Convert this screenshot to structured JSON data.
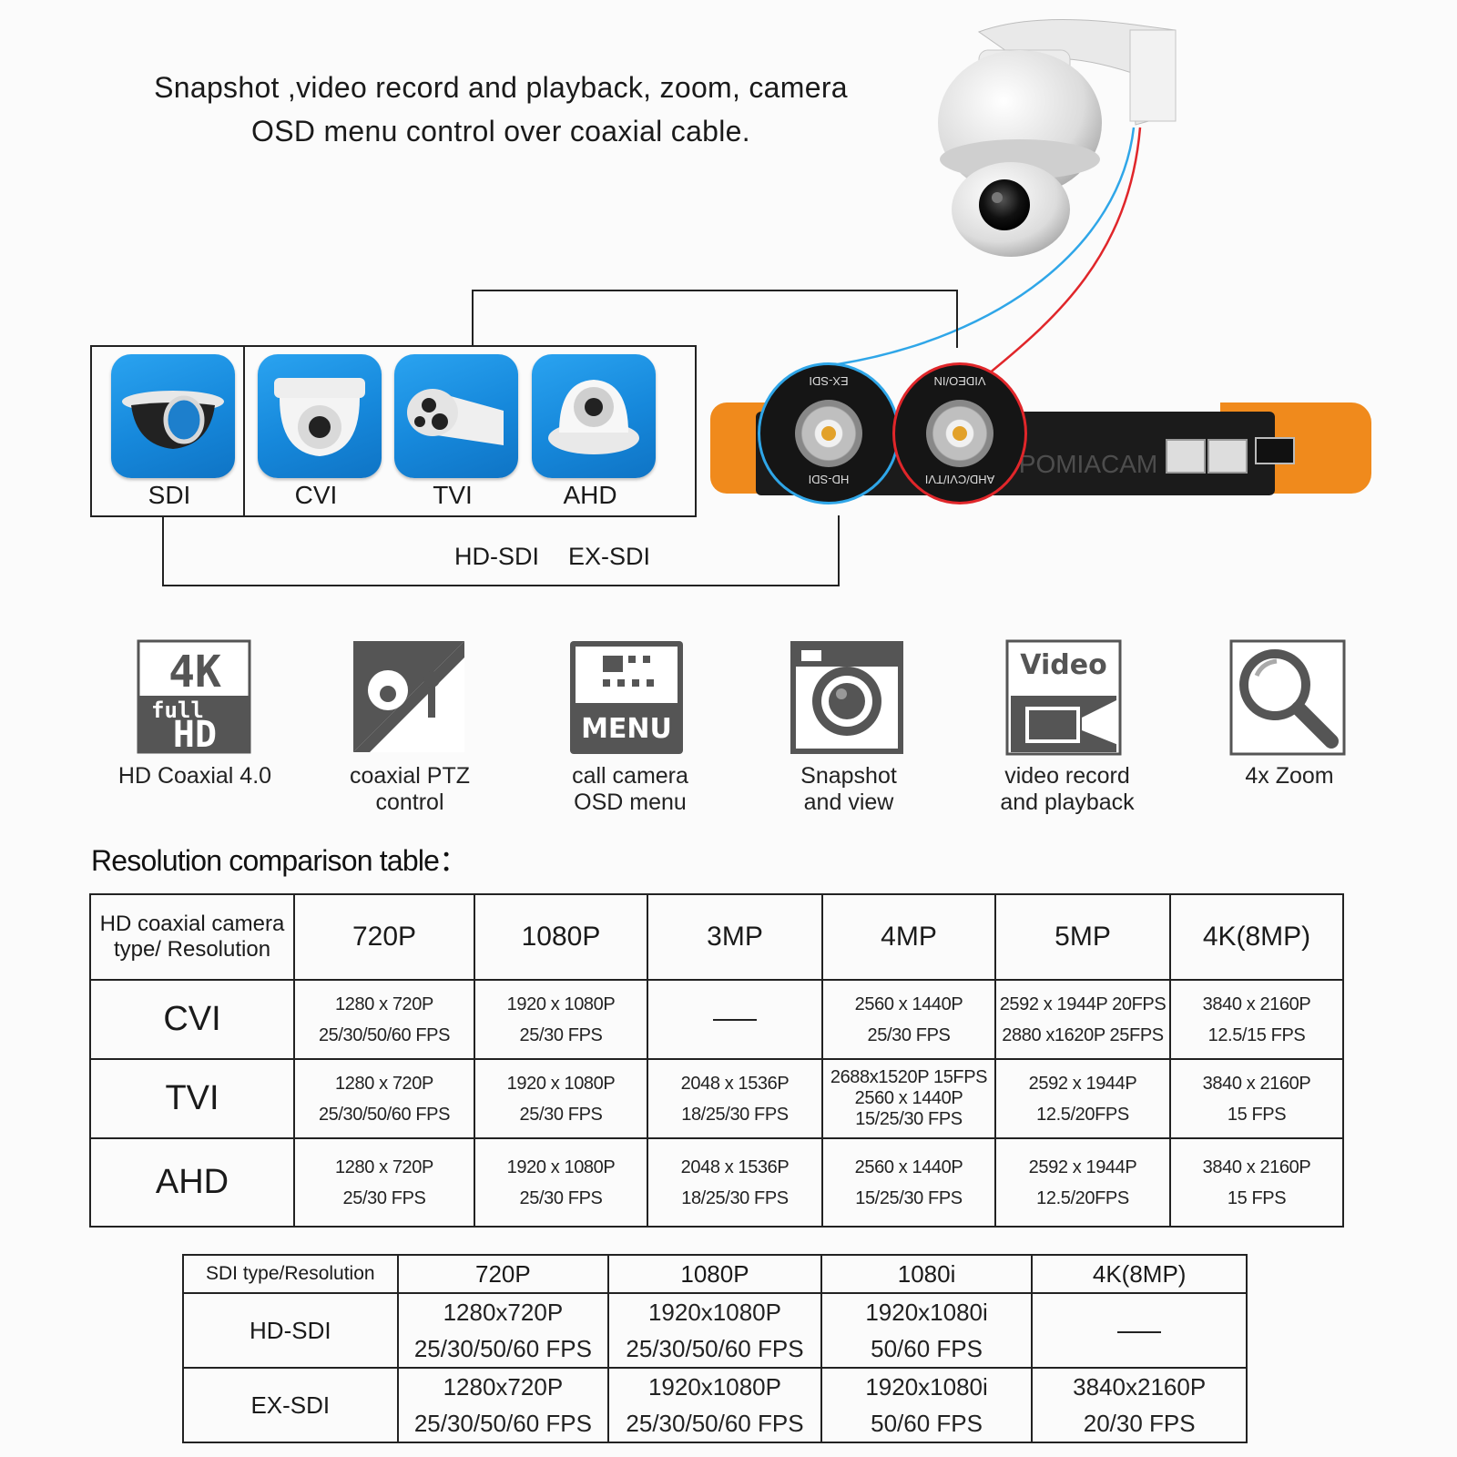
{
  "headline": {
    "line1": "Snapshot ,video record and playback, zoom, camera",
    "line2": "OSD menu control over coaxial cable."
  },
  "camera_types": [
    {
      "label": "SDI",
      "icon": "sdi-camera-icon"
    },
    {
      "label": "CVI",
      "icon": "dome-camera-icon"
    },
    {
      "label": "TVI",
      "icon": "bullet-camera-icon"
    },
    {
      "label": "AHD",
      "icon": "dome-ir-camera-icon"
    }
  ],
  "sdi_variants": {
    "hd": "HD-SDI",
    "ex": "EX-SDI"
  },
  "device": {
    "port1_label": "EX-SDI",
    "port1_sub": "HD-SDI",
    "port2_label": "VIDEO/IN",
    "port2_sub": "AHD/CVI/TVI",
    "watermark": "POMIACAM",
    "body_color": "#1b1b1b",
    "bumper_color": "#f08a1c",
    "cable_colors": {
      "blue": "#2fa6e8",
      "red": "#e0262a"
    }
  },
  "features": [
    {
      "icon": "4k-full-hd-icon",
      "label_line1": "HD Coaxial 4.0",
      "label_line2": "",
      "icon_text_top": "4K",
      "icon_text_mid": "full",
      "icon_text_bottom": "HD"
    },
    {
      "icon": "ptz-control-icon",
      "label_line1": "coaxial PTZ",
      "label_line2": "control"
    },
    {
      "icon": "menu-icon",
      "label_line1": "call camera",
      "label_line2": "OSD menu",
      "icon_text": "MENU"
    },
    {
      "icon": "camera-snapshot-icon",
      "label_line1": "Snapshot",
      "label_line2": "and view"
    },
    {
      "icon": "video-record-icon",
      "label_line1": "video record",
      "label_line2": "and playback",
      "icon_text": "Video"
    },
    {
      "icon": "magnifier-zoom-icon",
      "label_line1": "4x Zoom",
      "label_line2": ""
    }
  ],
  "resolution_table": {
    "title": "Resolution comparison table：",
    "corner_line1": "HD coaxial camera",
    "corner_line2": "type/ Resolution",
    "headers": [
      "720P",
      "1080P",
      "3MP",
      "4MP",
      "5MP",
      "4K(8MP)"
    ],
    "rows": [
      {
        "name": "CVI",
        "cells": [
          [
            "1280 x 720P",
            "25/30/50/60 FPS"
          ],
          [
            "1920 x 1080P",
            "25/30 FPS"
          ],
          [
            "—"
          ],
          [
            "2560 x 1440P",
            "25/30 FPS"
          ],
          [
            "2592 x 1944P 20FPS",
            "2880 x1620P 25FPS"
          ],
          [
            "3840 x 2160P",
            "12.5/15 FPS"
          ]
        ]
      },
      {
        "name": "TVI",
        "cells": [
          [
            "1280 x 720P",
            "25/30/50/60 FPS"
          ],
          [
            "1920 x 1080P",
            "25/30 FPS"
          ],
          [
            "2048 x 1536P",
            "18/25/30 FPS"
          ],
          [
            "2688x1520P 15FPS",
            "2560 x 1440P",
            "15/25/30 FPS"
          ],
          [
            "2592 x 1944P",
            "12.5/20FPS"
          ],
          [
            "3840 x 2160P",
            "15 FPS"
          ]
        ]
      },
      {
        "name": "AHD",
        "cells": [
          [
            "1280 x 720P",
            "25/30 FPS"
          ],
          [
            "1920 x 1080P",
            "25/30 FPS"
          ],
          [
            "2048 x 1536P",
            "18/25/30 FPS"
          ],
          [
            "2560 x 1440P",
            "15/25/30 FPS"
          ],
          [
            "2592 x 1944P",
            "12.5/20FPS"
          ],
          [
            "3840 x 2160P",
            "15 FPS"
          ]
        ]
      }
    ]
  },
  "sdi_table": {
    "corner": "SDI type/Resolution",
    "headers": [
      "720P",
      "1080P",
      "1080i",
      "4K(8MP)"
    ],
    "rows": [
      {
        "name": "HD-SDI",
        "cells": [
          [
            "1280x720P",
            "25/30/50/60 FPS"
          ],
          [
            "1920x1080P",
            "25/30/50/60 FPS"
          ],
          [
            "1920x1080i",
            "50/60 FPS"
          ],
          [
            "—"
          ]
        ]
      },
      {
        "name": "EX-SDI",
        "cells": [
          [
            "1280x720P",
            "25/30/50/60 FPS"
          ],
          [
            "1920x1080P",
            "25/30/50/60 FPS"
          ],
          [
            "1920x1080i",
            "50/60 FPS"
          ],
          [
            "3840x2160P",
            "20/30 FPS"
          ]
        ]
      }
    ]
  }
}
